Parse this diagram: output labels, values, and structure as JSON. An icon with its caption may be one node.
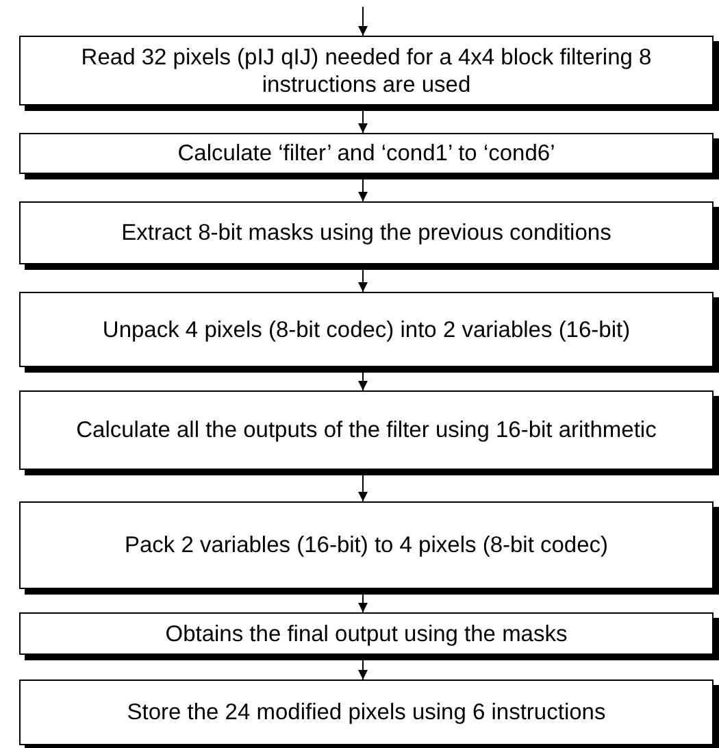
{
  "diagram": {
    "nodes": [
      {
        "text": [
          "Read 32 pixels (pIJ qIJ) needed for a 4x4 block filtering 8 instructions are used"
        ]
      },
      {
        "text": [
          "Calculate ‘filter’ and ‘cond1’ to ‘cond6’"
        ]
      },
      {
        "text": [
          "Extract 8-bit masks using the previous conditions"
        ]
      },
      {
        "text": [
          "Unpack 4 pixels (8-bit codec) into 2 variables (16-bit)"
        ]
      },
      {
        "text": [
          "Calculate all the outputs of the filter using 16-bit arithmetic"
        ]
      },
      {
        "text": [
          "Pack 2 variables (16-bit) to 4 pixels (8-bit codec)"
        ]
      },
      {
        "text": [
          "Obtains the final output using the masks"
        ]
      },
      {
        "text": [
          "Store the 24 modified pixels using 6 instructions"
        ]
      }
    ],
    "edges": [
      {
        "from": null,
        "to": 0,
        "arrow": "to"
      },
      {
        "from": 0,
        "to": 1,
        "arrow": "to"
      },
      {
        "from": 1,
        "to": 2,
        "arrow": "to"
      },
      {
        "from": 2,
        "to": 3,
        "arrow": "to"
      },
      {
        "from": 3,
        "to": 4,
        "arrow": "to"
      },
      {
        "from": 4,
        "to": 5,
        "arrow": "to"
      },
      {
        "from": 5,
        "to": 6,
        "arrow": "to"
      },
      {
        "from": 6,
        "to": 7,
        "arrow": "to"
      }
    ]
  }
}
